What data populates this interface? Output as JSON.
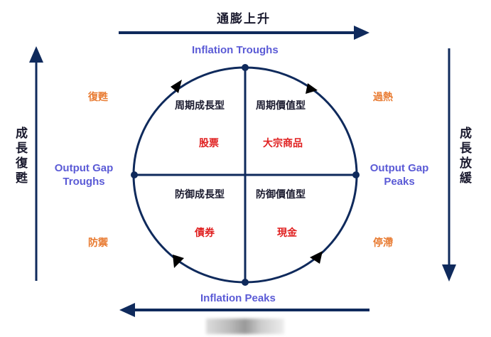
{
  "top_arrow_label": "通膨上升",
  "left_axis_label": "成長復甦",
  "right_axis_label": "成長放緩",
  "axis_labels": {
    "top": "Inflation Troughs",
    "bottom": "Inflation Peaks",
    "left": "Output Gap Troughs",
    "right": "Output Gap Peaks"
  },
  "quadrants": {
    "top_left": {
      "style": "周期成長型",
      "asset": "股票",
      "phase": "復甦"
    },
    "top_right": {
      "style": "周期價值型",
      "asset": "大宗商品",
      "phase": "過熱"
    },
    "bottom_left": {
      "style": "防御成長型",
      "asset": "債券",
      "phase": "防禦"
    },
    "bottom_right": {
      "style": "防御價值型",
      "asset": "現金",
      "phase": "停滯"
    }
  },
  "colors": {
    "line": "#0f2a5c",
    "label_blue": "#5b5bd6",
    "asset_red": "#e02020",
    "phase_orange": "#e87a30"
  }
}
